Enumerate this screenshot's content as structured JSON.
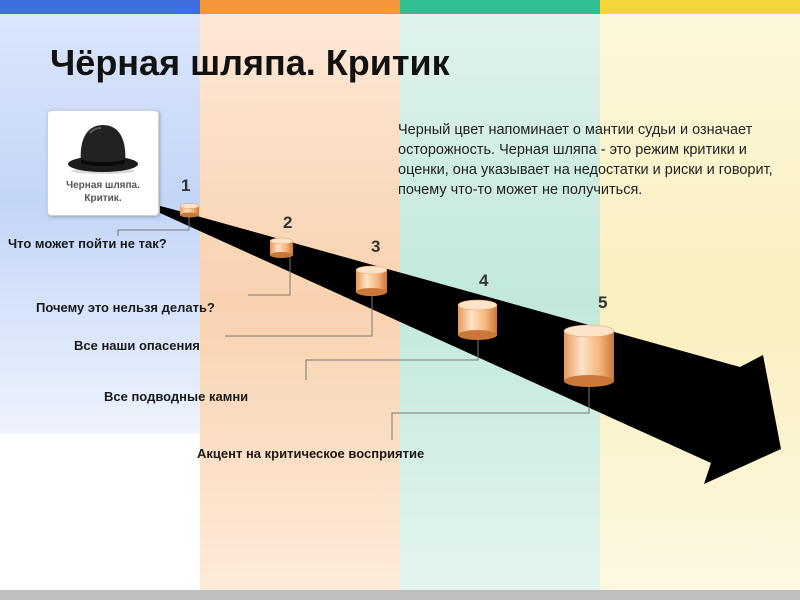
{
  "slide": {
    "title": "Чёрная шляпа. Критик",
    "description": "Черный цвет напоминает о мантии судьи и означает осторожность. Черная шляпа - это режим критики и оценки, она указывает на недостатки и риски и говорит, почему что-то может не получиться.",
    "hat_caption_line1": "Черная шляпа.",
    "hat_caption_line2": "Критик."
  },
  "steps": [
    {
      "number": "1",
      "label": "Что может пойти не так?"
    },
    {
      "number": "2",
      "label": "Почему это нельзя делать?"
    },
    {
      "number": "3",
      "label": "Все наши опасения"
    },
    {
      "number": "4",
      "label": "Все подводные камни"
    },
    {
      "number": "5",
      "label": "Акцент на критическое восприятие"
    }
  ],
  "colors": {
    "top_bar": [
      "#3f6fde",
      "#f5963c",
      "#2fbf93",
      "#f3d63a"
    ],
    "background_columns": [
      "#c8d8f8",
      "#fbdcc0",
      "#c6eadf",
      "#fbf2c2"
    ],
    "arrow": "#000000",
    "cylinder": "#f6b67c",
    "cylinder_light": "#fde3c8",
    "cylinder_dark": "#c9783a",
    "leader_line": "#777777"
  },
  "icons": {
    "hat": "black-bowler-hat-icon"
  }
}
